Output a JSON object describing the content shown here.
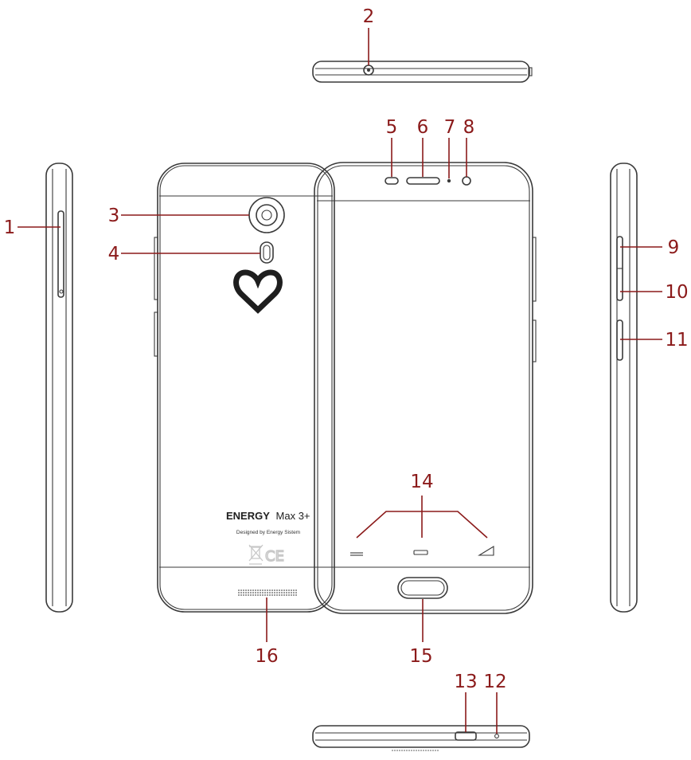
{
  "callouts": [
    {
      "id": "1",
      "label": "1"
    },
    {
      "id": "2",
      "label": "2"
    },
    {
      "id": "3",
      "label": "3"
    },
    {
      "id": "4",
      "label": "4"
    },
    {
      "id": "5",
      "label": "5"
    },
    {
      "id": "6",
      "label": "6"
    },
    {
      "id": "7",
      "label": "7"
    },
    {
      "id": "8",
      "label": "8"
    },
    {
      "id": "9",
      "label": "9"
    },
    {
      "id": "10",
      "label": "10"
    },
    {
      "id": "11",
      "label": "11"
    },
    {
      "id": "12",
      "label": "12"
    },
    {
      "id": "13",
      "label": "13"
    },
    {
      "id": "14",
      "label": "14"
    },
    {
      "id": "15",
      "label": "15"
    },
    {
      "id": "16",
      "label": "16"
    }
  ],
  "back_label": {
    "brand": "ENERGY",
    "model": "Max 3+",
    "tagline": "Designed by Energy Sistem",
    "cert_mark": "CE"
  },
  "icons": {
    "logo": "heart-logo-icon",
    "weee": "crossed-bin-icon",
    "nav_menu": "menu-key-icon",
    "nav_home": "home-key-icon",
    "nav_back": "back-key-icon"
  },
  "colors": {
    "callout": "#8b1a1a",
    "outline": "#3a3a3a"
  }
}
